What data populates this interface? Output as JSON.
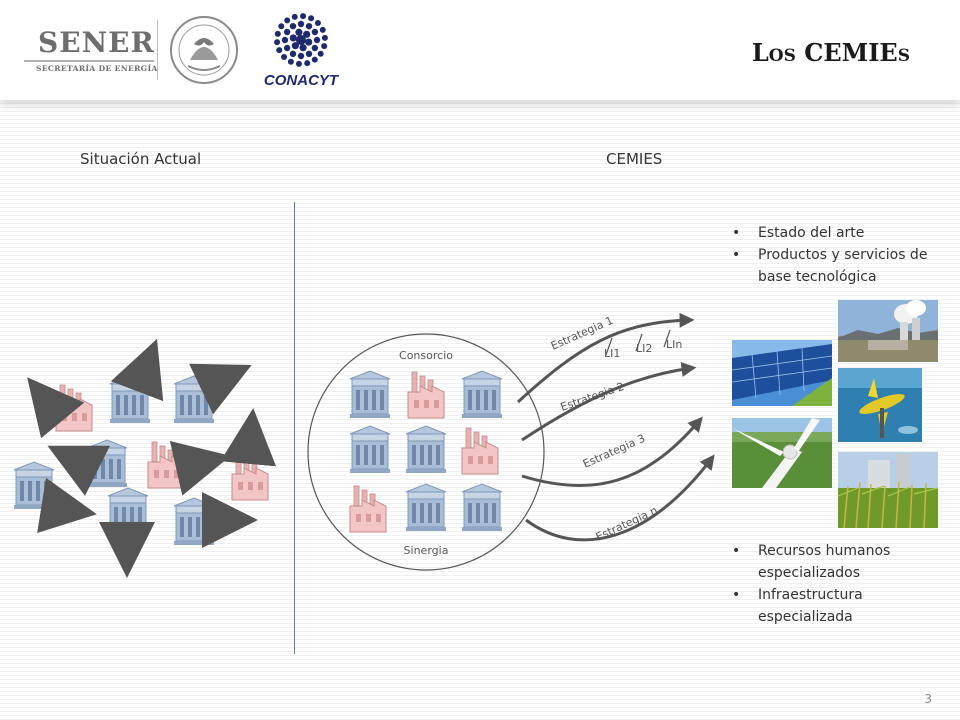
{
  "header": {
    "sener": {
      "name": "SENER",
      "subtitle": "SECRETARÍA DE ENERGÍA"
    },
    "conacyt": {
      "name": "CONACYT"
    },
    "title": "Los CEMIEs"
  },
  "left_panel": {
    "title": "Situación Actual",
    "icons": [
      "government-building-icon",
      "factory-icon",
      "arrow-icon"
    ]
  },
  "right_panel": {
    "title": "CEMIES",
    "consortium": {
      "top_label": "Consorcio",
      "bottom_label": "Sinergia"
    },
    "strategies": [
      "Estrategia 1",
      "Estrategia 2",
      "Estrategia 3",
      "Estrategia n"
    ],
    "lines": [
      "LI1",
      "LI2",
      "LIn"
    ],
    "bullets_top": [
      "Estado del arte",
      "Productos y servicios de base tecnológica"
    ],
    "bullets_bottom": [
      "Recursos humanos especializados",
      "Infraestructura especializada"
    ],
    "photos": [
      "solar-panels-photo",
      "geothermal-plant-photo",
      "tidal-turbine-photo",
      "wind-turbine-photo",
      "sugarcane-bioenergy-photo"
    ]
  },
  "colors": {
    "building": "#a9bdd6",
    "factory": "#f2c6c6",
    "arrow": "#555555",
    "divider": "#5a7fa6"
  },
  "footer": {
    "page": "3"
  }
}
